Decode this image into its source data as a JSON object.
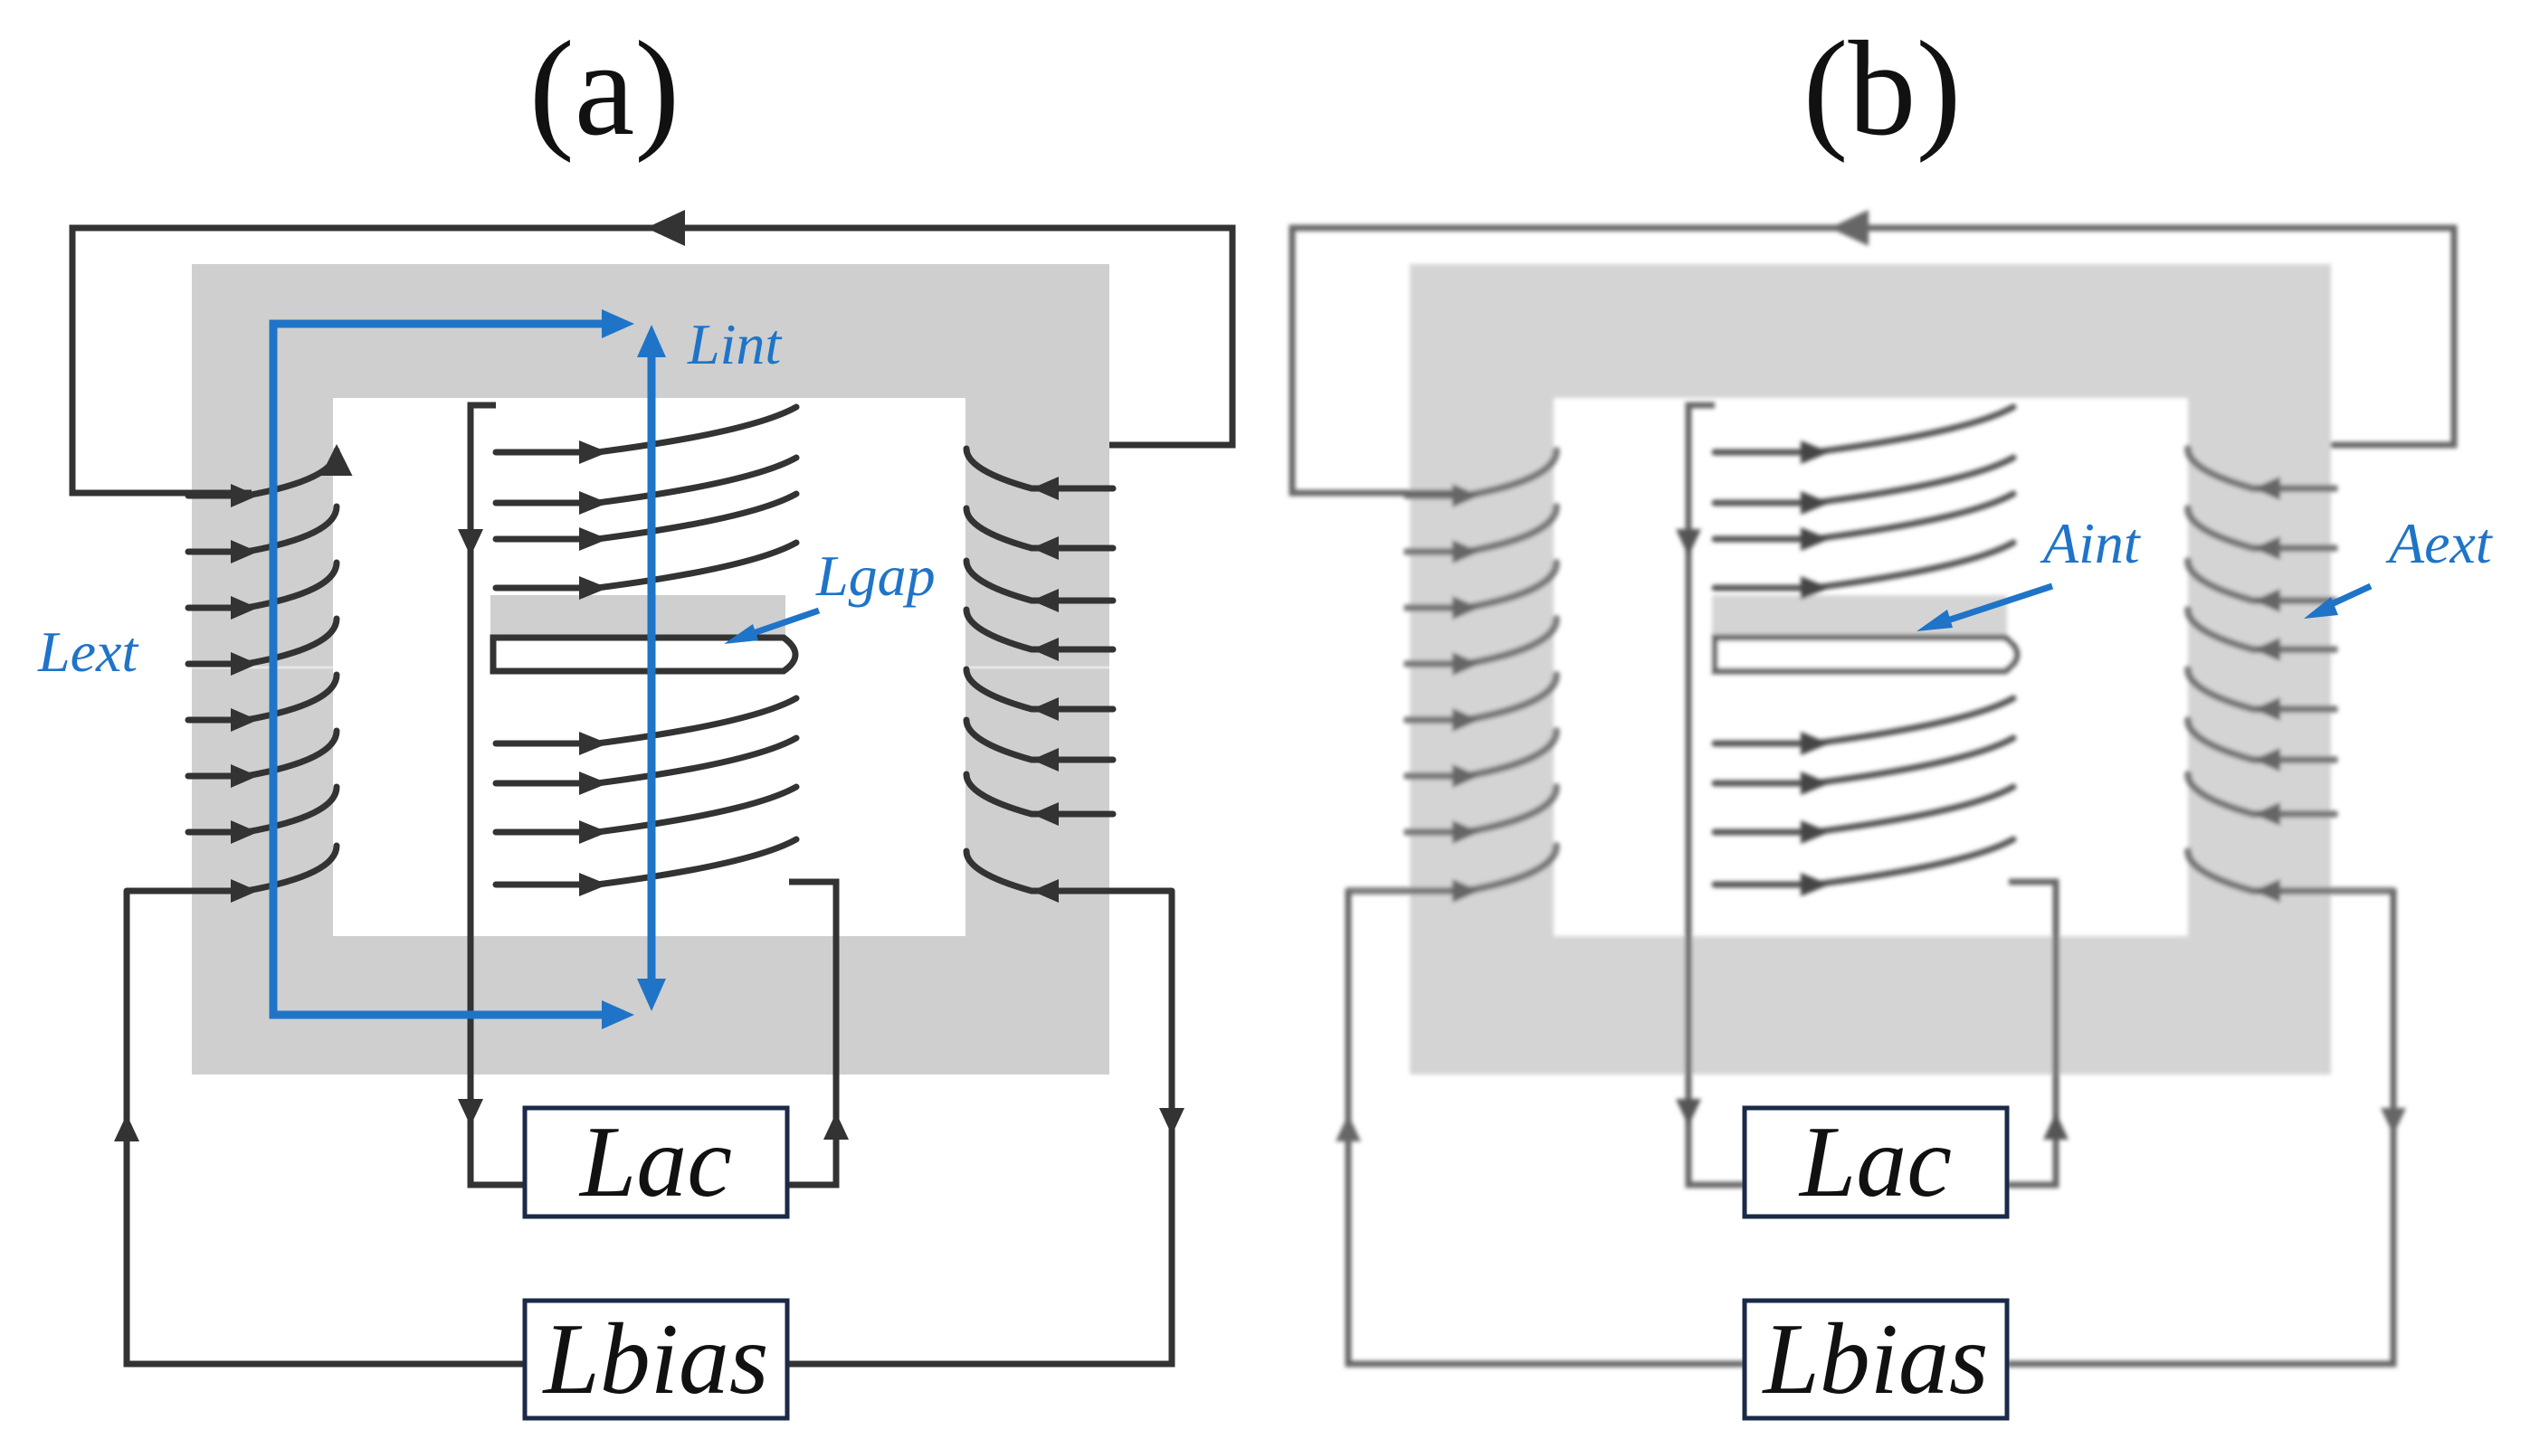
{
  "panels": [
    {
      "id": "a",
      "label": "(a)",
      "box_ac": "Lac",
      "box_bias": "Lbias",
      "annotations": [
        "Lint",
        "Lgap",
        "Lext"
      ]
    },
    {
      "id": "b",
      "label": "(b)",
      "box_ac": "Lac",
      "box_bias": "Lbias",
      "annotations": [
        "Aint",
        "Aext"
      ]
    }
  ],
  "colors": {
    "core": "#cfcfcf",
    "wire": "#333333",
    "annotation": "#1f74c8",
    "box_border": "#1a2a48"
  }
}
